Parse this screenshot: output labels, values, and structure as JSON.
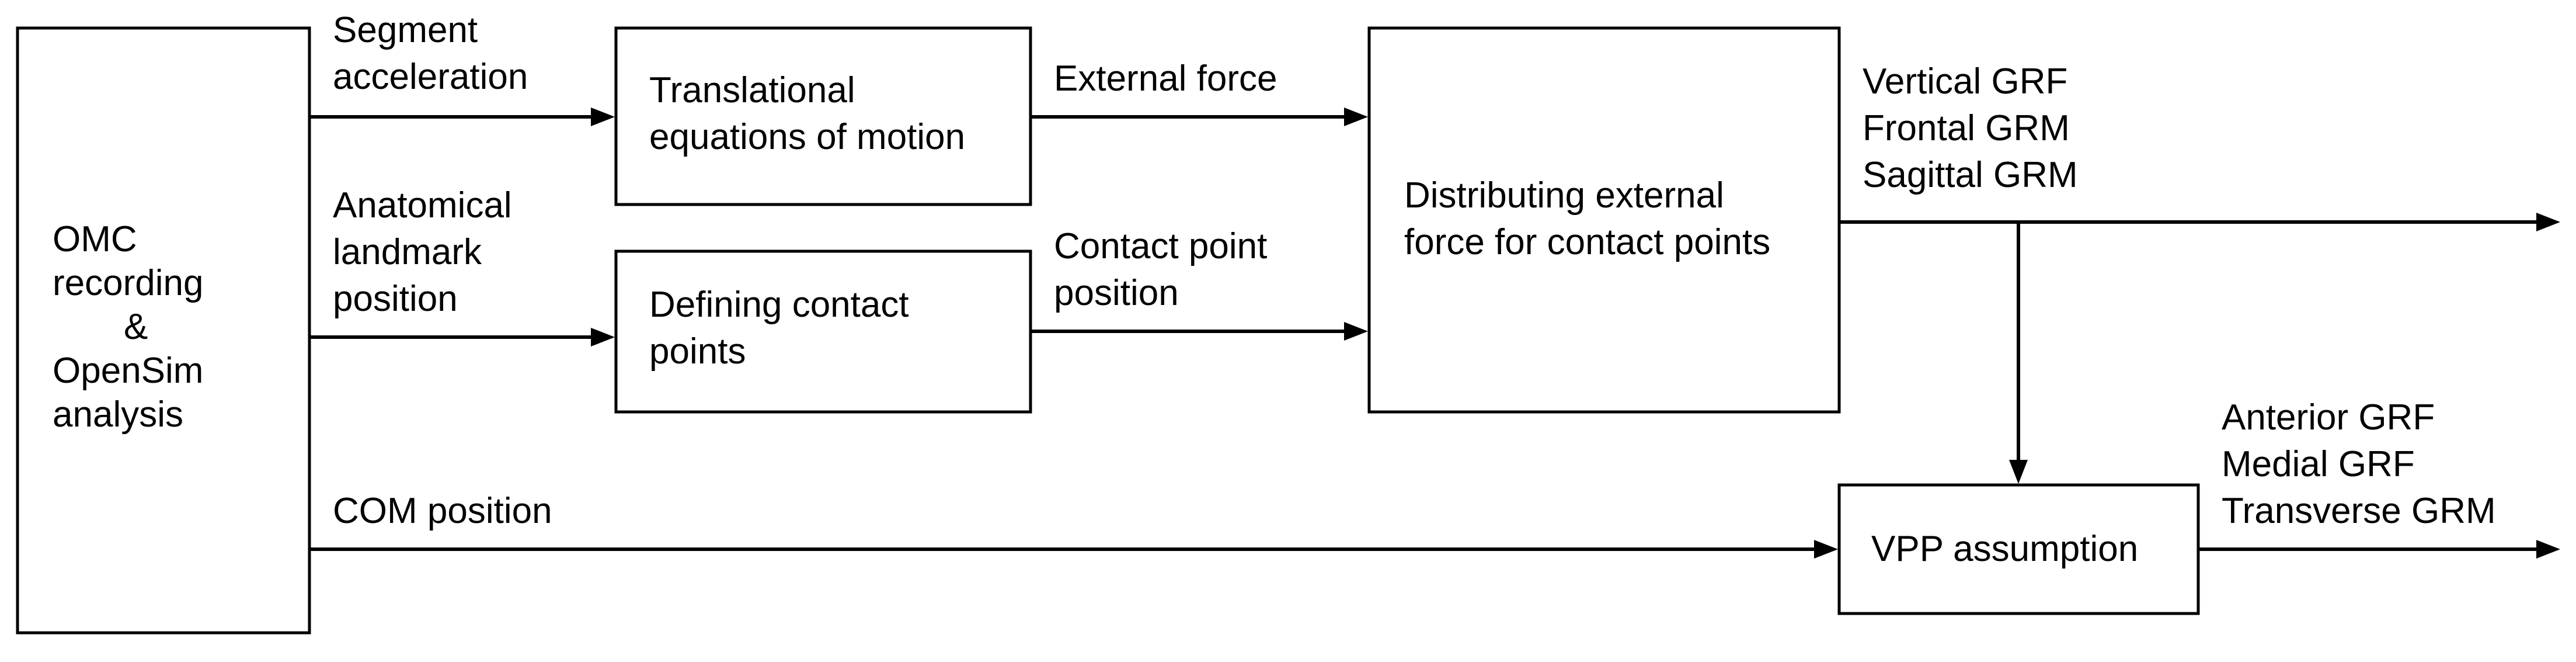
{
  "blocks": {
    "omc": [
      "OMC",
      "recording",
      "&",
      "OpenSim",
      "analysis"
    ],
    "translational": [
      "Translational",
      "equations of motion"
    ],
    "contact": [
      "Defining contact",
      "points"
    ],
    "distributing": [
      "Distributing external",
      "force for contact points"
    ],
    "vpp": [
      "VPP assumption"
    ]
  },
  "signals": {
    "segment_acceleration": [
      "Segment",
      "acceleration"
    ],
    "anatomical_landmark": [
      "Anatomical",
      "landmark",
      "position"
    ],
    "com_position": [
      "COM position"
    ],
    "external_force": [
      "External force"
    ],
    "contact_point_position": [
      "Contact point",
      "position"
    ],
    "vertical_outputs": [
      "Vertical GRF",
      "Frontal GRM",
      "Sagittal GRM"
    ],
    "horizontal_outputs": [
      "Anterior GRF",
      "Medial GRF",
      "Transverse GRM"
    ]
  }
}
